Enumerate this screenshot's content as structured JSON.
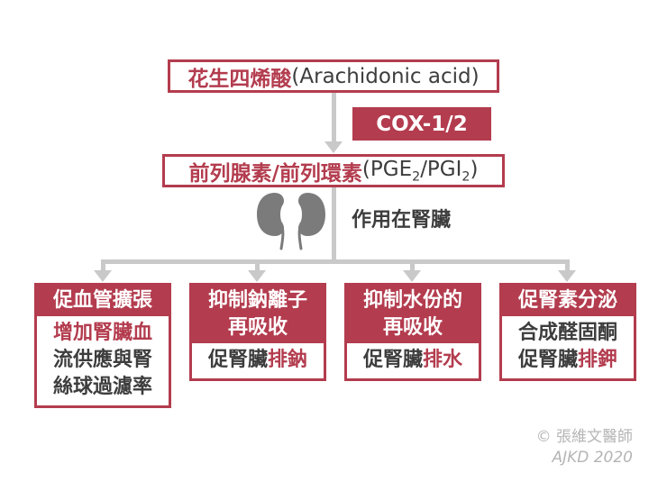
{
  "colors": {
    "accent_red": "#b33c4e",
    "dark_text": "#3d3d3d",
    "arrow_gray": "#c9c9c9",
    "credit_gray": "#b5b5b5"
  },
  "flow": {
    "box1": {
      "zh": "花生四烯酸",
      "en": " (Arachidonic acid)"
    },
    "cox": "COX-1/2",
    "box2": {
      "zh": "前列腺素/前列環素",
      "p1": "(PGE",
      "s1": "2",
      "p2": "/PGI",
      "s2": "2",
      "p3": ")"
    },
    "kidney_caption": "作用在腎臟"
  },
  "branches": [
    {
      "header": [
        "促血管擴張"
      ],
      "body": [
        [
          {
            "text": "增加腎臟血",
            "style": "red"
          }
        ],
        [
          {
            "text": "流供應與腎",
            "style": "dark"
          }
        ],
        [
          {
            "text": "絲球過濾率",
            "style": "dark"
          }
        ]
      ]
    },
    {
      "header": [
        "抑制鈉離子",
        "再吸收"
      ],
      "body": [
        [
          {
            "text": "促腎臟",
            "style": "dark"
          },
          {
            "text": "排鈉",
            "style": "red"
          }
        ]
      ]
    },
    {
      "header": [
        "抑制水份的",
        "再吸收"
      ],
      "body": [
        [
          {
            "text": "促腎臟",
            "style": "dark"
          },
          {
            "text": "排水",
            "style": "red"
          }
        ]
      ]
    },
    {
      "header": [
        "促腎素分泌"
      ],
      "body": [
        [
          {
            "text": "合成醛固酮",
            "style": "dark"
          }
        ],
        [
          {
            "text": "促腎臟",
            "style": "dark"
          },
          {
            "text": "排鉀",
            "style": "red"
          }
        ]
      ]
    }
  ],
  "credit": {
    "line1": "© 張維文醫師",
    "line2": "AJKD 2020"
  }
}
